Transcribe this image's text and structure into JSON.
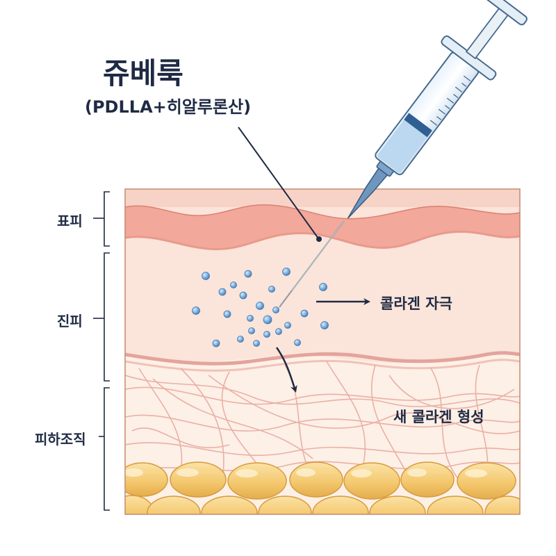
{
  "product": {
    "name": "쥬베룩",
    "composition": "(PDLLA+히알루론산)"
  },
  "layers": {
    "epidermis": "표피",
    "dermis": "진피",
    "subcutaneous": "피하조직"
  },
  "annotations": {
    "collagen_stimulation": "콜라겐 자극",
    "new_collagen": "새 콜라겐 형성"
  },
  "colors": {
    "text": "#1f2a44",
    "epidermis": "#f2a89a",
    "dermis": "#fbe4d9",
    "subcutaneous": "#fdf0e6",
    "fat": "#f4c970",
    "particle": "#5f9bd6",
    "syringe_fluid": "#bcd8f0"
  }
}
